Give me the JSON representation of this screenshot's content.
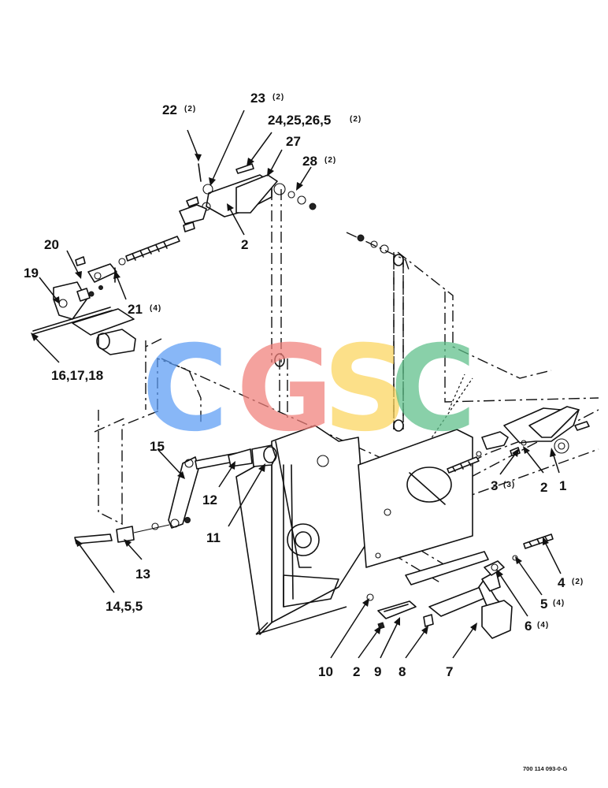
{
  "watermark": {
    "letters": [
      {
        "char": "C",
        "color": "#5b9cf5"
      },
      {
        "char": "G",
        "color": "#f07f7a"
      },
      {
        "char": "S",
        "color": "#fcd55c"
      },
      {
        "char": "C",
        "color": "#5cbf88"
      }
    ]
  },
  "callouts": [
    {
      "id": "c1",
      "label": "1",
      "qty": ""
    },
    {
      "id": "c2a",
      "label": "2",
      "qty": ""
    },
    {
      "id": "c2b",
      "label": "2",
      "qty": ""
    },
    {
      "id": "c2c",
      "label": "2",
      "qty": ""
    },
    {
      "id": "c3",
      "label": "3",
      "qty": "(3)"
    },
    {
      "id": "c4",
      "label": "4",
      "qty": "(2)"
    },
    {
      "id": "c5",
      "label": "5",
      "qty": "(4)"
    },
    {
      "id": "c6",
      "label": "6",
      "qty": "(4)"
    },
    {
      "id": "c7",
      "label": "7",
      "qty": ""
    },
    {
      "id": "c8",
      "label": "8",
      "qty": ""
    },
    {
      "id": "c9",
      "label": "9",
      "qty": ""
    },
    {
      "id": "c10",
      "label": "10",
      "qty": ""
    },
    {
      "id": "c11",
      "label": "11",
      "qty": ""
    },
    {
      "id": "c12",
      "label": "12",
      "qty": ""
    },
    {
      "id": "c13",
      "label": "13",
      "qty": ""
    },
    {
      "id": "c14",
      "label": "14,5,5",
      "qty": ""
    },
    {
      "id": "c15",
      "label": "15",
      "qty": ""
    },
    {
      "id": "c16",
      "label": "16,17,18",
      "qty": ""
    },
    {
      "id": "c19",
      "label": "19",
      "qty": ""
    },
    {
      "id": "c20",
      "label": "20",
      "qty": ""
    },
    {
      "id": "c21",
      "label": "21",
      "qty": "(4)"
    },
    {
      "id": "c22",
      "label": "22",
      "qty": "(2)"
    },
    {
      "id": "c23",
      "label": "23",
      "qty": "(2)"
    },
    {
      "id": "c24",
      "label": "24,25,26,5",
      "qty": "(2)"
    },
    {
      "id": "c27",
      "label": "27",
      "qty": ""
    },
    {
      "id": "c28",
      "label": "28",
      "qty": "(2)"
    }
  ],
  "drawing_ref": "700 114 093-0-G"
}
